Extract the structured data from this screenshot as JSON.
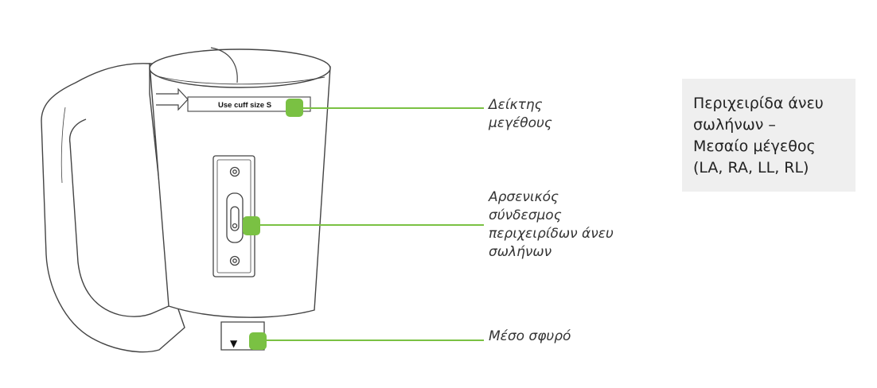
{
  "diagram": {
    "cuff_print_text": "Use cuff size S",
    "arrow_glyph": "▼",
    "accent_color": "#7ac143",
    "line_color": "#444444",
    "callouts": [
      {
        "id": "size-indicator",
        "label": "Δείκτης\nμεγέθους"
      },
      {
        "id": "connector",
        "label": "Αρσενικός\nσύνδεσμος\nπεριχειρίδων άνευ\nσωλήνων"
      },
      {
        "id": "malleolus",
        "label": "Μέσο σφυρό"
      }
    ]
  },
  "info_box": {
    "title": "Περιχειρίδα άνευ\nσωλήνων –\nΜεσαίο μέγεθος\n(LA, RA, LL, RL)",
    "background": "#efefef"
  }
}
